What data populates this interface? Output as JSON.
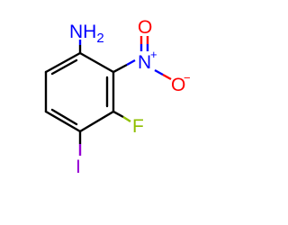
{
  "molecule": {
    "atoms": {
      "amine": {
        "symbol": "NH",
        "subscript": "2"
      },
      "nitro_n": {
        "symbol": "N",
        "charge": "+"
      },
      "nitro_o_double": {
        "symbol": "O"
      },
      "nitro_o_single": {
        "symbol": "O",
        "charge": "−"
      },
      "fluorine": {
        "symbol": "F"
      },
      "iodine": {
        "symbol": "I"
      }
    },
    "colors": {
      "carbon_bond": "#000000",
      "nitrogen": "#0000ff",
      "oxygen": "#ff0000",
      "fluorine": "#8fbf00",
      "iodine": "#9400d3"
    }
  }
}
